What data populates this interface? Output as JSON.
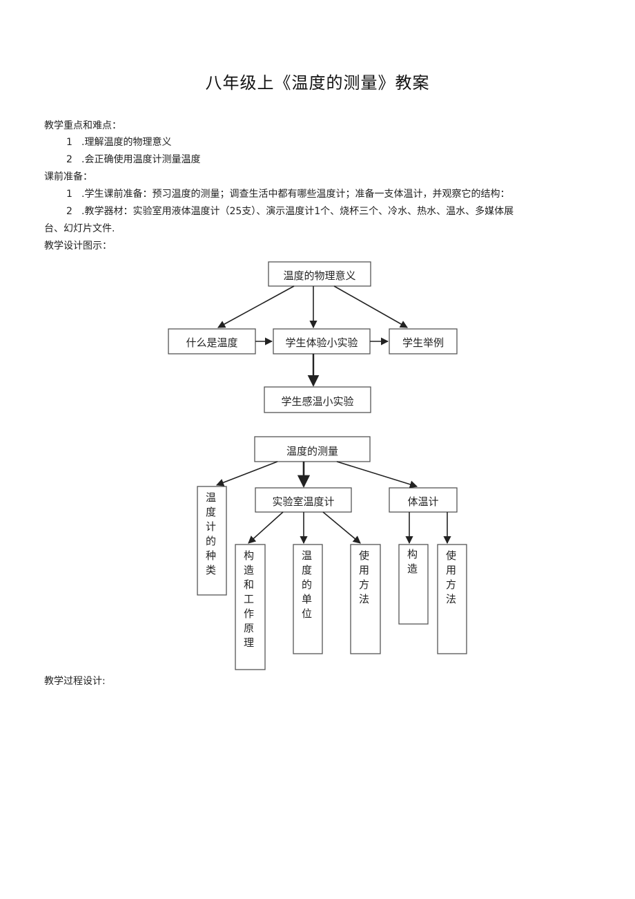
{
  "title": "八年级上《温度的测量》教案",
  "key_points_heading": "教学重点和难点：",
  "key_points": [
    {
      "num": "1",
      "text": ".理解温度的物理意义"
    },
    {
      "num": "2",
      "text": ".会正确使用温度计测量温度"
    }
  ],
  "prep_heading": "课前准备：",
  "prep_items": [
    {
      "num": "1",
      "text": ".学生课前准备：预习温度的测量；调查生活中都有哪些温度计；准备一支体温计，并观察它的结构："
    },
    {
      "num": "2",
      "text": ".教学器材：实验室用液体温度计（25支）、演示温度计1个、烧杯三个、冷水、热水、温水、多媒体展"
    }
  ],
  "prep_item2_cont": "台、幻灯片文件.",
  "diagram_heading": "教学设计图示：",
  "diagram1": {
    "root": "温度的物理意义",
    "left": "什么是温度",
    "center": "学生体验小实验",
    "right": "学生举例",
    "bottom": "学生感温小实验"
  },
  "diagram2": {
    "root": "温度的测量",
    "types": "温度计的种类",
    "lab": "实验室温度计",
    "clinical": "体温计",
    "lab_children": [
      "构造和工作原理",
      "温度的单位",
      "使用方法"
    ],
    "clinical_children": [
      "构造",
      "使用方法"
    ]
  },
  "process_heading": "教学过程设计:"
}
